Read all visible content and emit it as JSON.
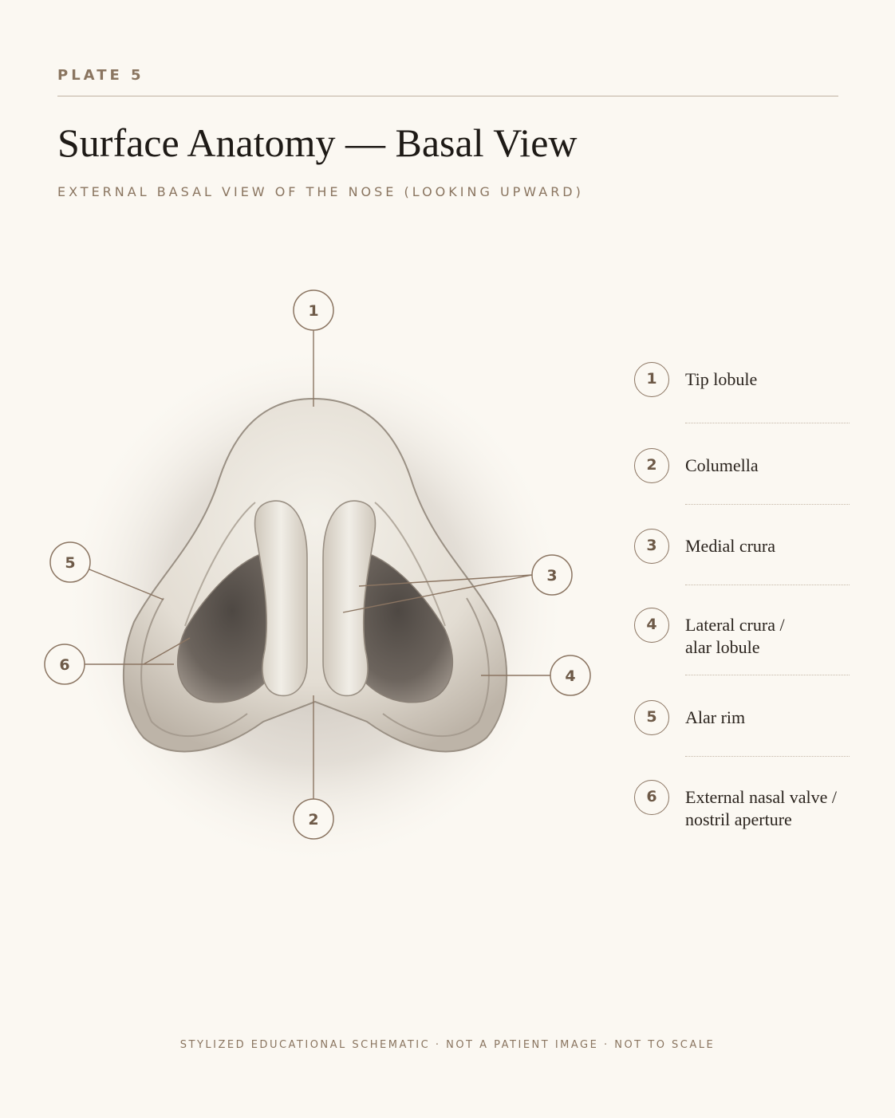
{
  "plate_label": "PLATE 5",
  "title": "Surface Anatomy — Basal View",
  "subtitle": "EXTERNAL BASAL VIEW OF THE NOSE (LOOKING UPWARD)",
  "callouts": [
    {
      "num": "1"
    },
    {
      "num": "2"
    },
    {
      "num": "3"
    },
    {
      "num": "4"
    },
    {
      "num": "5"
    },
    {
      "num": "6"
    }
  ],
  "legend": [
    {
      "num": "1",
      "label": "Tip lobule"
    },
    {
      "num": "2",
      "label": "Columella"
    },
    {
      "num": "3",
      "label": "Medial crura"
    },
    {
      "num": "4",
      "label": "Lateral crura /\nalar lobule"
    },
    {
      "num": "5",
      "label": "Alar rim"
    },
    {
      "num": "6",
      "label": "External nasal valve /\nnostril aperture"
    }
  ],
  "footer": "STYLIZED EDUCATIONAL SCHEMATIC · NOT A PATIENT IMAGE · NOT TO SCALE",
  "colors": {
    "background": "#fbf8f2",
    "accent": "#8a7560",
    "ink": "#1e1a16",
    "callout_line": "#8b7562"
  }
}
